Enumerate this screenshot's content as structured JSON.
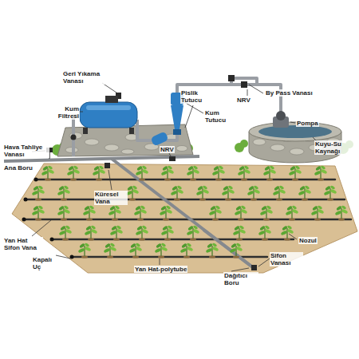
{
  "diagram": {
    "labels": [
      "Geri Yıkama Vanası",
      "Kum Filtresi",
      "Pislik Tutucu",
      "NRV",
      "By Pass Vanası",
      "Kum Tutucu",
      "Pompa",
      "Kuyu-Su Kaynağı",
      "Hava Tahliye Vanası",
      "Ana Boru",
      "Küresel Vana",
      "NRV",
      "Yan Hat Sifon Vana",
      "Nozul",
      "Kapalı Uç",
      "Sifon Vanası",
      "Yan Hat-polytube",
      "Dağıtıcı Boru"
    ]
  }
}
